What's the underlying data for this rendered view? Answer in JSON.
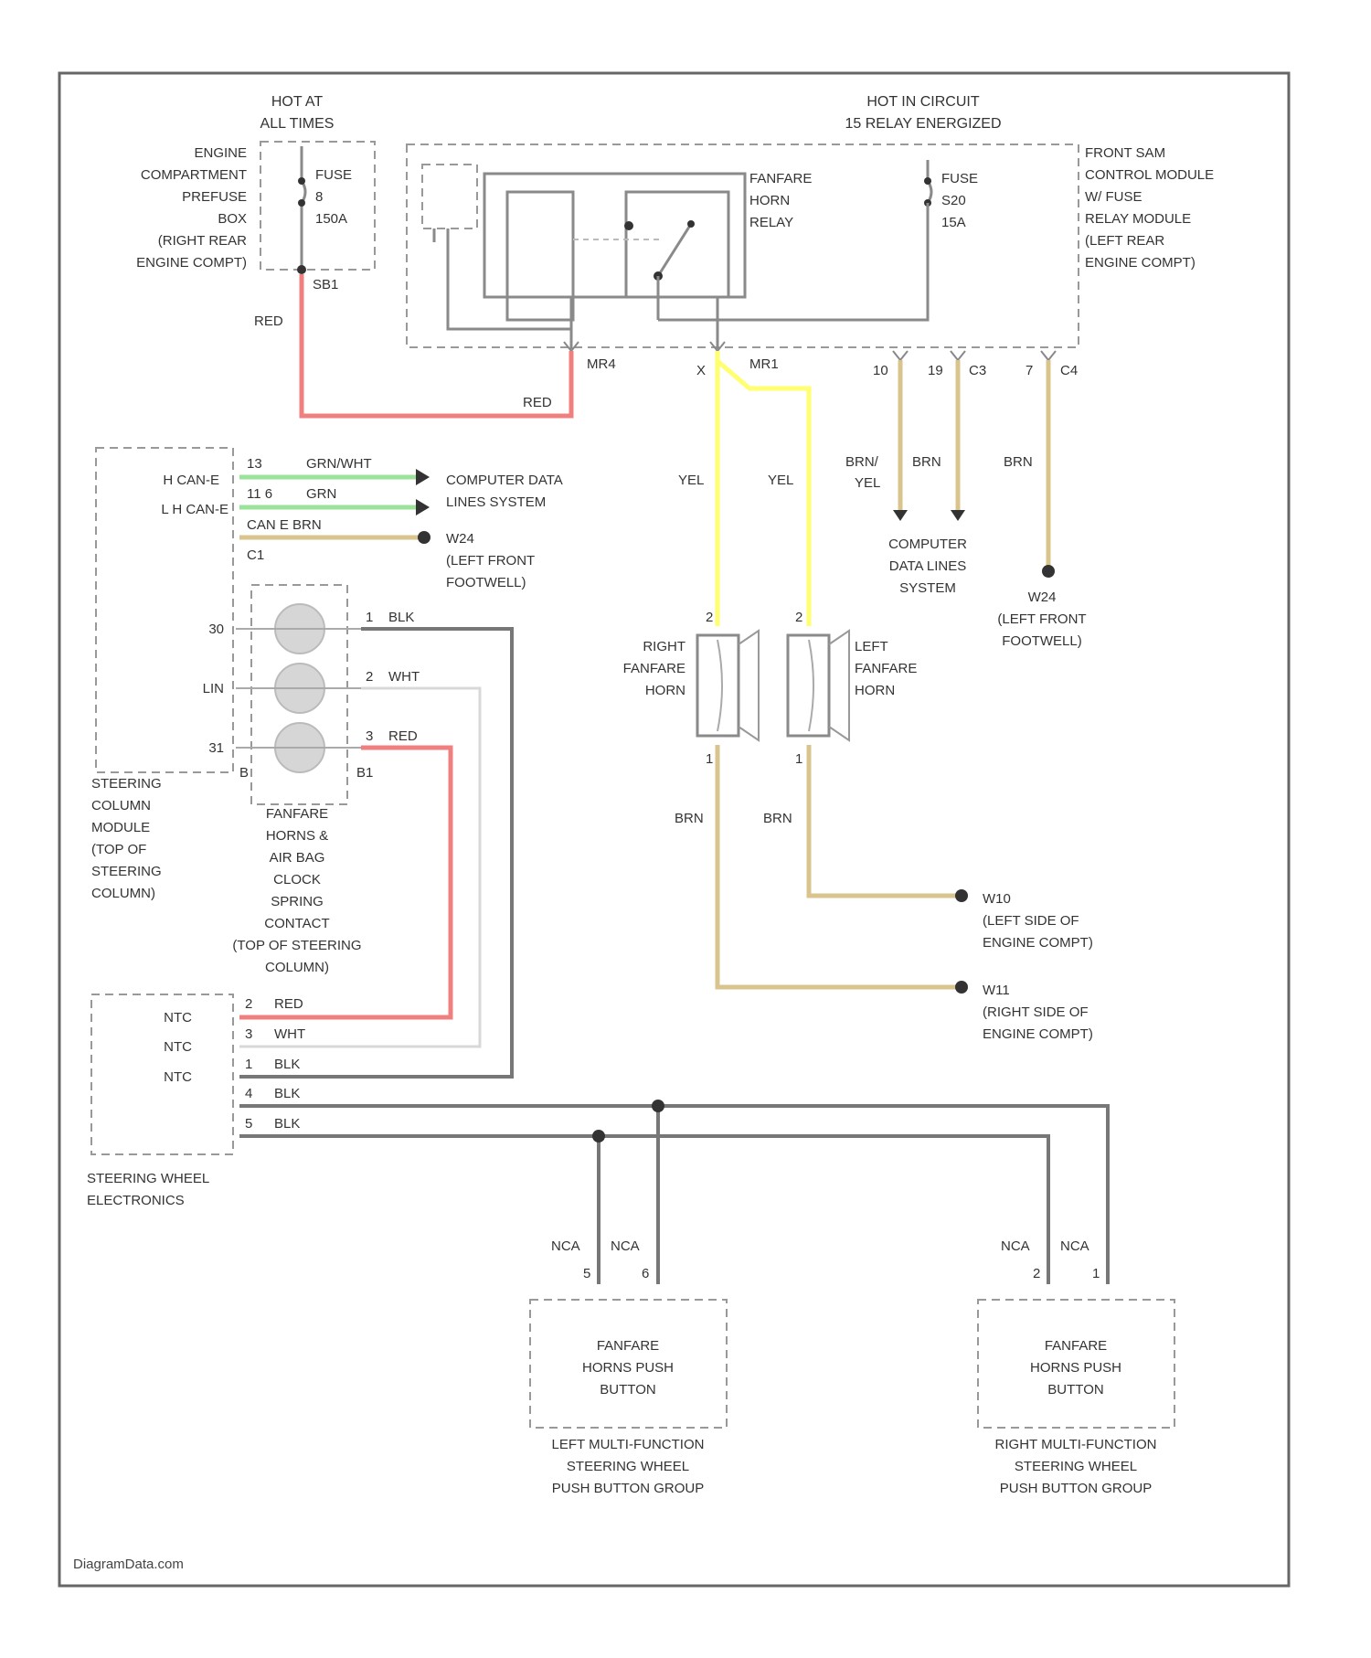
{
  "hot_at_all_times": [
    "HOT AT",
    "ALL TIMES"
  ],
  "hot_in_circuit": [
    "HOT IN CIRCUIT",
    "15 RELAY ENERGIZED"
  ],
  "prefuse_box_label": [
    "ENGINE",
    "COMPARTMENT",
    "PREFUSE",
    "BOX",
    "(RIGHT REAR",
    "ENGINE COMPT)"
  ],
  "fuse_a": [
    "FUSE",
    "8",
    "150A"
  ],
  "fuse_a_pin": "SB1",
  "relay_label": [
    "FANFARE",
    "HORN",
    "RELAY"
  ],
  "fuse_b": [
    "FUSE",
    "S20",
    "15A"
  ],
  "module_label": [
    "FRONT SAM",
    "CONTROL MODULE",
    "W/ FUSE",
    "RELAY MODULE",
    "(LEFT REAR",
    "ENGINE COMPT)"
  ],
  "pins_top": {
    "mr4": "MR4",
    "pin_x": "X",
    "mr1": "MR1",
    "p10": "10",
    "p19": "19",
    "c3": "C3",
    "p7": "7",
    "c4": "C4"
  },
  "wire_colors": {
    "red": "RED",
    "yel": "YEL",
    "brn": "BRN",
    "brn_yel": [
      "BRN/",
      "YEL"
    ],
    "blk": "BLK",
    "wht": "WHT",
    "nca": "NCA"
  },
  "can_lines": {
    "h": "H CAN-E",
    "l": "L H CAN-E",
    "h_pin": "13",
    "l_pin": "11  6",
    "can_pin": "CAN E BRN",
    "pin_c1": "C1",
    "wire_h": "GRN/WHT",
    "wire_l": "GRN",
    "dest": [
      "COMPUTER DATA",
      "LINES SYSTEM"
    ],
    "ground_w24": [
      "W24",
      "(LEFT FRONT",
      "FOOTWELL)"
    ]
  },
  "computer_data_lines": [
    "COMPUTER",
    "DATA LINES",
    "SYSTEM"
  ],
  "ground_w24_right": [
    "W24",
    "(LEFT FRONT",
    "FOOTWELL)"
  ],
  "steering_column_module": [
    "STEERING",
    "COLUMN",
    "MODULE",
    "(TOP OF",
    "STEERING",
    "COLUMN)"
  ],
  "clock_spring": [
    "FANFARE",
    "HORNS &",
    "AIR BAG",
    "CLOCK",
    "SPRING",
    "CONTACT",
    "(TOP OF STEERING",
    "COLUMN)"
  ],
  "clock_spring_pins": {
    "left": [
      "30",
      "LIN",
      "31"
    ],
    "right_nums": [
      "1",
      "2",
      "3"
    ],
    "pin_b": "B",
    "pin_b1": "B1"
  },
  "right_horn": [
    "RIGHT",
    "FANFARE",
    "HORN"
  ],
  "left_horn": [
    "LEFT",
    "FANFARE",
    "HORN"
  ],
  "horn_pins": {
    "top": "2",
    "bottom": "1"
  },
  "ground_w10": [
    "W10",
    "(LEFT SIDE OF",
    "ENGINE COMPT)"
  ],
  "ground_w11": [
    "W11",
    "(RIGHT SIDE OF",
    "ENGINE COMPT)"
  ],
  "steering_wheel_electronics": [
    "STEERING WHEEL",
    "ELECTRONICS"
  ],
  "swe_pins": {
    "nums": [
      "2",
      "3",
      "1",
      "4",
      "5"
    ],
    "ntc": "NTC"
  },
  "left_button": [
    "FANFARE",
    "HORNS PUSH",
    "BUTTON"
  ],
  "left_group": [
    "LEFT MULTI-FUNCTION",
    "STEERING WHEEL",
    "PUSH BUTTON GROUP"
  ],
  "left_button_pins": {
    "a": "5",
    "b": "6"
  },
  "right_button": [
    "FANFARE",
    "HORNS PUSH",
    "BUTTON"
  ],
  "right_group": [
    "RIGHT MULTI-FUNCTION",
    "STEERING WHEEL",
    "PUSH BUTTON GROUP"
  ],
  "right_button_pins": {
    "a": "2",
    "b": "1"
  },
  "footer": "DiagramData.com"
}
